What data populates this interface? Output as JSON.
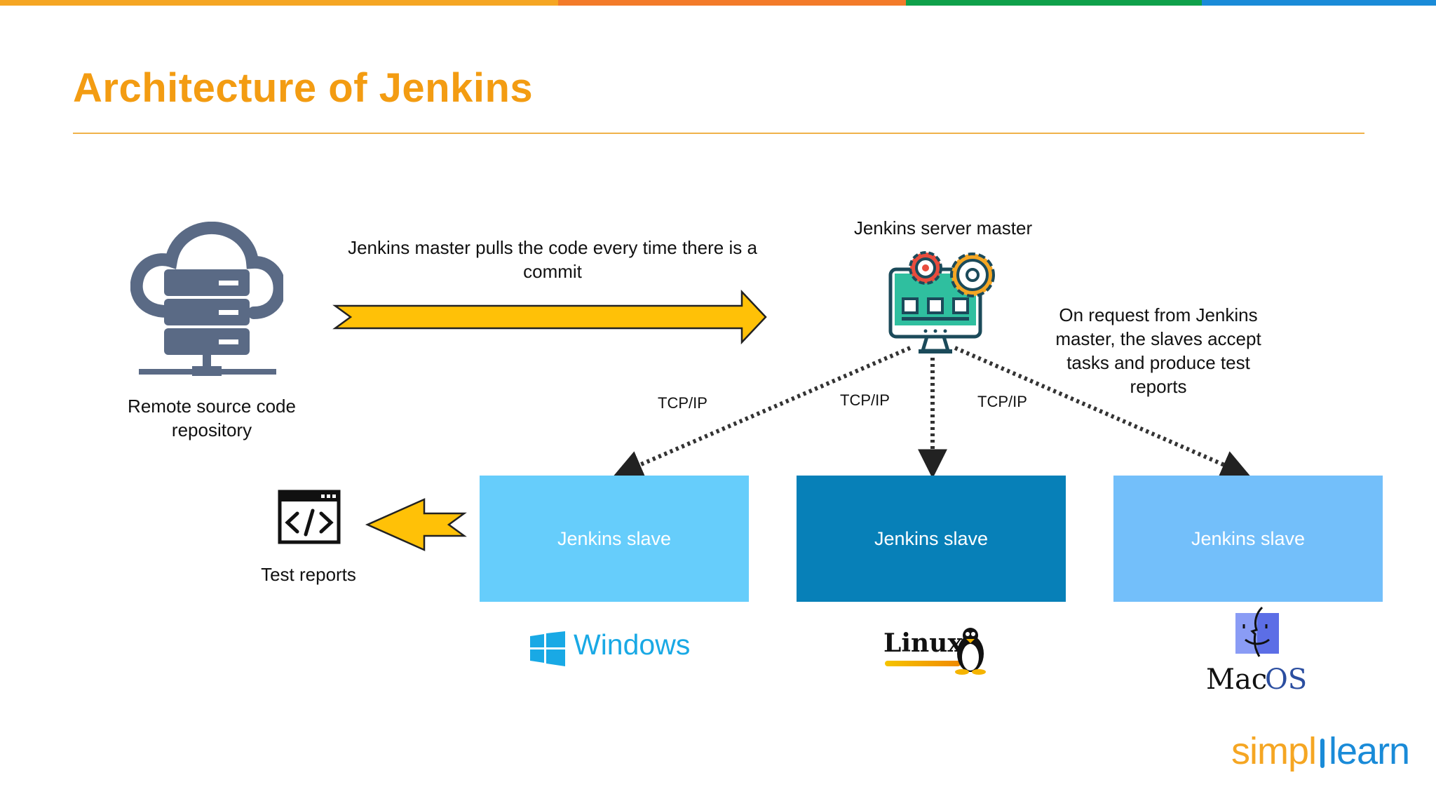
{
  "title": "Architecture of Jenkins",
  "colors": {
    "accent": "#f39c12",
    "arrow_fill": "#ffc107",
    "slave_windows": "#66cdfb",
    "slave_linux": "#0780b8",
    "slave_mac": "#73bffa",
    "icon_slate": "#5a6a85",
    "topbar": [
      "#f5a623",
      "#f37b2a",
      "#0fa14a",
      "#1a8bd8"
    ]
  },
  "repo": {
    "label": "Remote source code repository",
    "icon": "cloud-server-icon"
  },
  "pull_arrow": {
    "label": "Jenkins master pulls the code every time there is a commit"
  },
  "master": {
    "label": "Jenkins server master",
    "icon": "computer-gears-icon"
  },
  "master_note": "On request from Jenkins master, the slaves accept tasks and produce test reports",
  "connections": {
    "left": "TCP/IP",
    "middle": "TCP/IP",
    "right": "TCP/IP"
  },
  "slaves": [
    {
      "label": "Jenkins slave",
      "os": "Windows"
    },
    {
      "label": "Jenkins slave",
      "os": "Linux"
    },
    {
      "label": "Jenkins slave",
      "os": "Mac OS"
    }
  ],
  "test_reports": {
    "label": "Test reports",
    "icon": "code-window-icon"
  },
  "os_logos": {
    "windows": "Windows",
    "linux": "Linux",
    "mac_1": "Mac",
    "mac_2": "OS"
  },
  "brand": {
    "part1": "simpl",
    "part2": "learn"
  }
}
